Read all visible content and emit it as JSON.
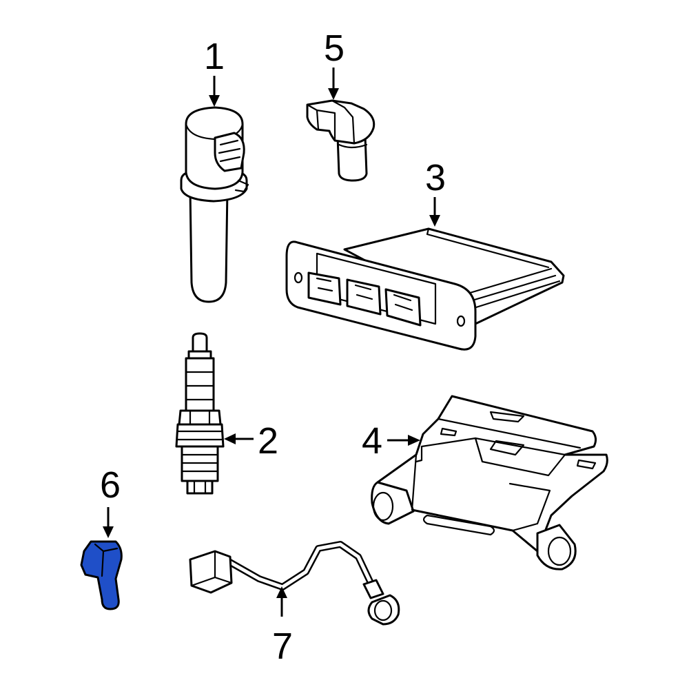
{
  "diagram": {
    "highlight_color": "#1f4fc8",
    "callouts": {
      "c1": "1",
      "c2": "2",
      "c3": "3",
      "c4": "4",
      "c5": "5",
      "c6": "6",
      "c7": "7"
    },
    "parts": [
      {
        "id": "1",
        "icon": "ignition-coil-icon"
      },
      {
        "id": "2",
        "icon": "spark-plug-icon"
      },
      {
        "id": "3",
        "icon": "engine-control-module-icon"
      },
      {
        "id": "4",
        "icon": "module-bracket-icon"
      },
      {
        "id": "5",
        "icon": "camshaft-position-sensor-icon"
      },
      {
        "id": "6",
        "icon": "knock-sensor-highlighted-icon",
        "highlighted": true
      },
      {
        "id": "7",
        "icon": "wire-harness-icon"
      }
    ]
  }
}
